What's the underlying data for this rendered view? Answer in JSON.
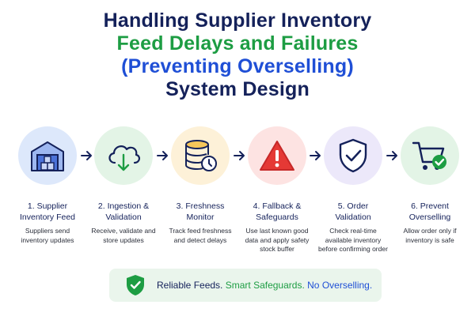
{
  "title": {
    "line1": "Handling Supplier Inventory",
    "line2": "Feed Delays and Failures",
    "line3": "(Preventing Overselling)",
    "line4": "System Design"
  },
  "steps": [
    {
      "title": "1. Supplier\nInventory Feed",
      "desc": "Suppliers send\ninventory updates",
      "icon": "warehouse-icon",
      "bg": "#dde8fb"
    },
    {
      "title": "2. Ingestion &\nValidation",
      "desc": "Receive, validate and\nstore updates",
      "icon": "cloud-download-icon",
      "bg": "#e3f4e6"
    },
    {
      "title": "3. Freshness\nMonitor",
      "desc": "Track feed freshness\nand detect delays",
      "icon": "database-clock-icon",
      "bg": "#fdf1d8"
    },
    {
      "title": "4. Fallback &\nSafeguards",
      "desc": "Use last known good\ndata and apply safety\nstock buffer",
      "icon": "warning-icon",
      "bg": "#fde3e2"
    },
    {
      "title": "5. Order\nValidation",
      "desc": "Check real-time\navailable inventory\nbefore confirming order",
      "icon": "shield-check-icon",
      "bg": "#ece8fa"
    },
    {
      "title": "6. Prevent\nOverselling",
      "desc": "Allow order only if\ninventory is safe",
      "icon": "cart-check-icon",
      "bg": "#e3f4e6"
    }
  ],
  "banner": {
    "part1": "Reliable Feeds.",
    "part2": "Smart Safeguards.",
    "part3": "No Overselling.",
    "icon": "shield-check-icon"
  },
  "colors": {
    "navy": "#14215a",
    "green": "#1d9d43",
    "blue": "#1f4fd6",
    "red": "#e53935",
    "purple": "#6b5bd2",
    "amber": "#e8a21c"
  }
}
